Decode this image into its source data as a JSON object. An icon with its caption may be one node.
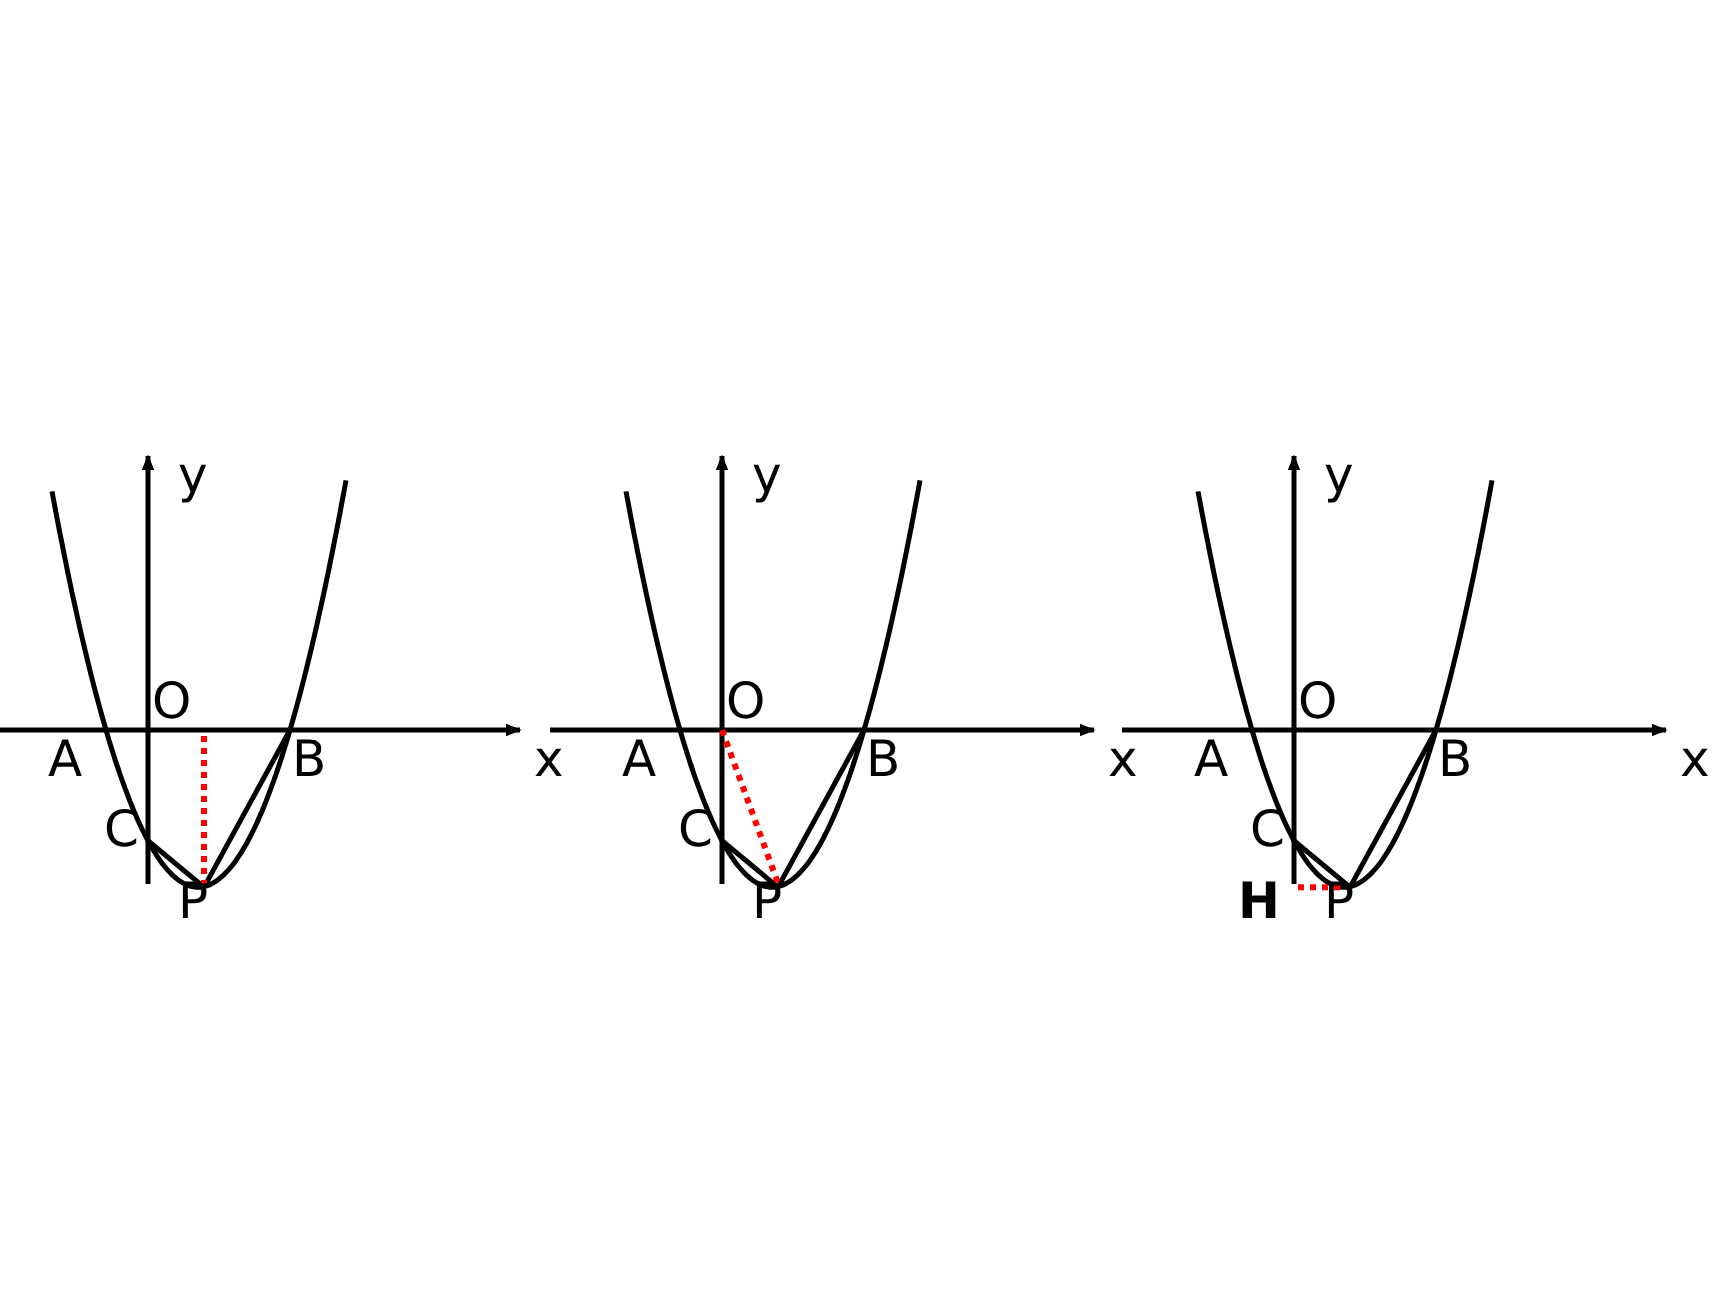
{
  "diagram": {
    "labels": [
      "y",
      "O",
      "A",
      "B",
      "x",
      "C",
      "P",
      "y",
      "O",
      "A",
      "B",
      "x",
      "C",
      "P",
      "y",
      "O",
      "A",
      "B",
      "x",
      "C",
      "H",
      "P"
    ]
  }
}
